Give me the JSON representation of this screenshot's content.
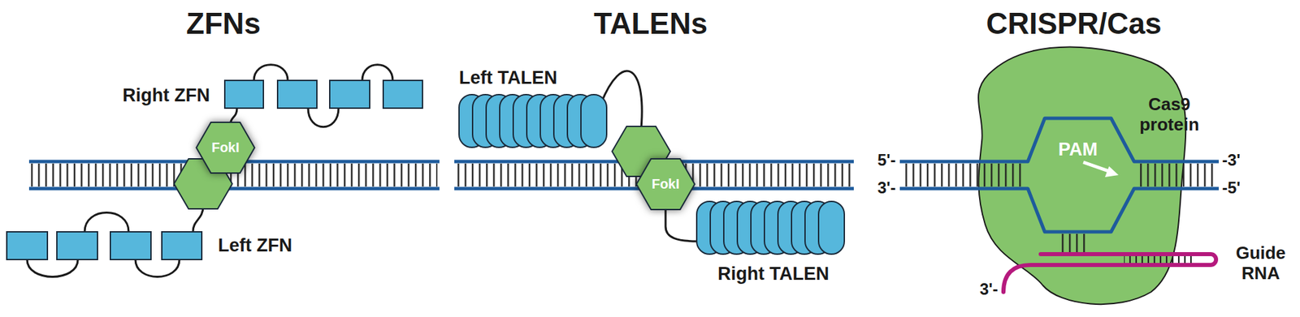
{
  "diagram": {
    "nodes": [
      {
        "text": [
          "FokI"
        ]
      },
      {
        "text": [
          "FokI"
        ]
      }
    ],
    "labels": [
      "ZFNs",
      "TALENs",
      "CRISPR/Cas",
      "Right ZFN",
      "Left ZFN",
      "Left TALEN",
      "Right TALEN",
      "5'-",
      "3'-",
      "PAM",
      "Cas9 protein",
      "-3'",
      "-5'",
      "Guide RNA",
      "3'-"
    ]
  }
}
